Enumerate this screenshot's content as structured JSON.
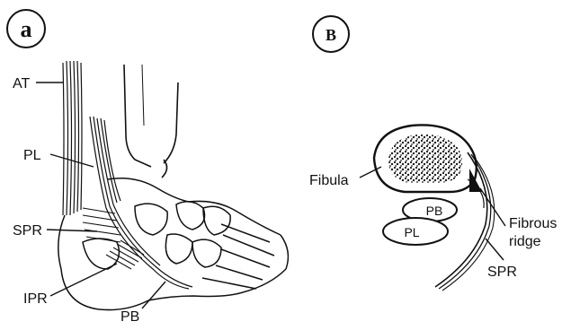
{
  "panel_a": {
    "letter": "a",
    "labels": {
      "at": "AT",
      "pl": "PL",
      "spr": "SPR",
      "ipr": "IPR",
      "pb": "PB"
    }
  },
  "panel_b": {
    "letter": "B",
    "labels": {
      "fibula": "Fibula",
      "pb": "PB",
      "pl": "PL",
      "fibrous_ridge_line1": "Fibrous",
      "fibrous_ridge_line2": "ridge",
      "spr": "SPR"
    }
  },
  "colors": {
    "ink": "#111111",
    "background": "#ffffff",
    "stipple": "#1a1a1a"
  }
}
